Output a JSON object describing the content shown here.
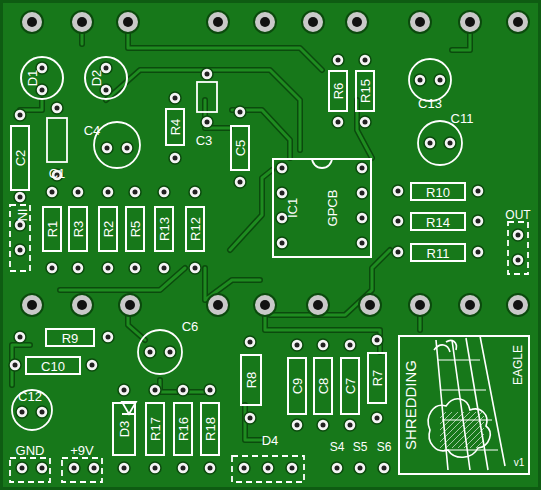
{
  "diagram": {
    "nodes": [
      {
        "text": [
          "R6"
        ]
      },
      {
        "text": [
          "R15"
        ]
      },
      {
        "text": [
          "R4"
        ]
      },
      {
        "text": [
          "C5"
        ]
      },
      {
        "text": [
          "IC1",
          "GPCB"
        ]
      },
      {
        "text": [
          "R1"
        ]
      },
      {
        "text": [
          "R3"
        ]
      },
      {
        "text": [
          "R2"
        ]
      },
      {
        "text": [
          "R5"
        ]
      },
      {
        "text": [
          "R13"
        ]
      },
      {
        "text": [
          "R12"
        ]
      },
      {
        "text": [
          "R10"
        ]
      },
      {
        "text": [
          "R14"
        ]
      },
      {
        "text": [
          "R11"
        ]
      },
      {
        "text": [
          "R9"
        ]
      },
      {
        "text": [
          "C10"
        ]
      },
      {
        "text": [
          "R8"
        ]
      },
      {
        "text": [
          "C9"
        ]
      },
      {
        "text": [
          "C8"
        ]
      },
      {
        "text": [
          "C7"
        ]
      },
      {
        "text": [
          "R7"
        ]
      },
      {
        "text": [
          "SHREDDING",
          "EAGLE",
          "v1"
        ]
      },
      {
        "text": [
          "D3"
        ]
      },
      {
        "text": [
          "R17"
        ]
      },
      {
        "text": [
          "R16"
        ]
      },
      {
        "text": [
          "R18"
        ]
      },
      {
        "text": [
          "C2"
        ]
      },
      {
        "text": [
          "D1"
        ]
      },
      {
        "text": [
          "D2"
        ]
      }
    ],
    "edges": [],
    "labels": [
      "C4",
      "C1",
      "C3",
      "C13",
      "C11",
      "IN",
      "OUT",
      "C6",
      "C12",
      "GND",
      "+9V",
      "D4",
      "S4",
      "S5",
      "S6"
    ]
  }
}
